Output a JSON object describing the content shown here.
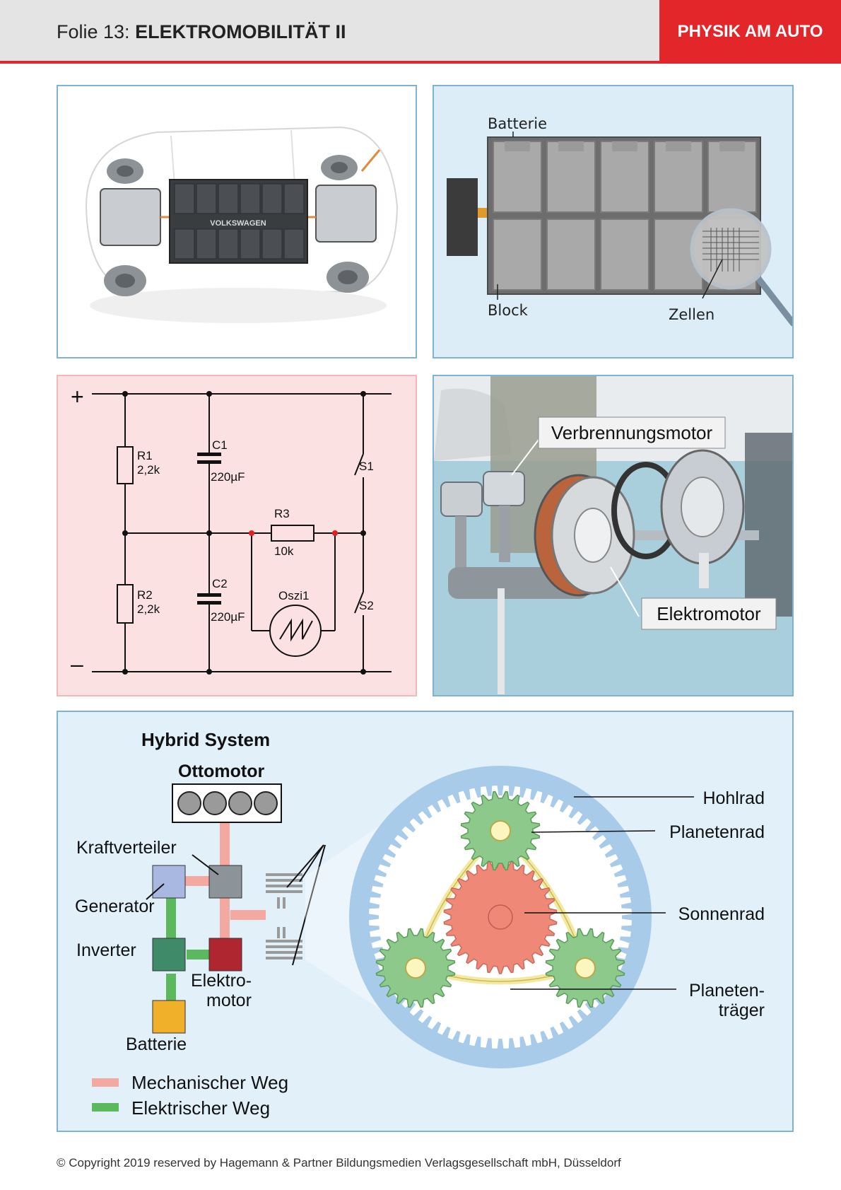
{
  "header": {
    "slide_prefix": "Folie 13: ",
    "slide_title": "ELEKTROMOBILITÄT II",
    "badge": "PHYSIK AM AUTO"
  },
  "colors": {
    "accent_red": "#e3262a",
    "panel_border": "#7fb3d3",
    "mechanical_path": "#f4a9a0",
    "electrical_path": "#5cb85c"
  },
  "car_panel": {
    "brand_text": "VOLKSWAGEN"
  },
  "battery_panel": {
    "label_battery": "Batterie",
    "label_block": "Block",
    "label_cells": "Zellen"
  },
  "circuit": {
    "plus": "+",
    "minus": "–",
    "r1_name": "R1",
    "r1_value": "2,2k",
    "r2_name": "R2",
    "r2_value": "2,2k",
    "c1_name": "C1",
    "c1_value": "220µF",
    "c2_name": "C2",
    "c2_value": "220µF",
    "r3_name": "R3",
    "r3_value": "10k",
    "osc_name": "Oszi1",
    "s1_name": "S1",
    "s2_name": "S2"
  },
  "photo_panel": {
    "label_engine": "Verbrennungsmotor",
    "label_motor": "Elektromotor"
  },
  "hybrid": {
    "title": "Hybrid System",
    "ottomotor": "Ottomotor",
    "kraftverteiler": "Kraftverteiler",
    "generator": "Generator",
    "inverter": "Inverter",
    "elektromotor_line1": "Elektro-",
    "elektromotor_line2": "motor",
    "batterie": "Batterie",
    "legend_mechanical": "Mechanischer Weg",
    "legend_electrical": "Elektrischer Weg",
    "hohlrad": "Hohlrad",
    "planetenrad": "Planetenrad",
    "sonnenrad": "Sonnenrad",
    "planetentraeger_line1": "Planeten-",
    "planetentraeger_line2": "träger"
  },
  "footer": {
    "copyright": "© Copyright 2019 reserved by Hagemann & Partner Bildungsmedien Verlagsgesellschaft mbH, Düsseldorf"
  }
}
